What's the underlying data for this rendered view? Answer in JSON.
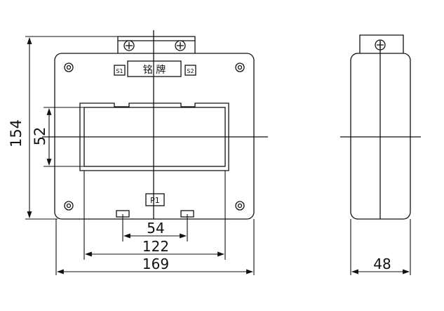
{
  "front_view": {
    "nameplate": "铭 牌",
    "terminal_s1": "S1",
    "terminal_s2": "S2",
    "primary_mark": "P1"
  },
  "dimensions": {
    "height_outer": "154",
    "window_height": "52",
    "terminal_spacing": "54",
    "window_width": "122",
    "width_outer": "169",
    "depth": "48"
  },
  "colors": {
    "line": "#111111",
    "background": "#ffffff"
  }
}
